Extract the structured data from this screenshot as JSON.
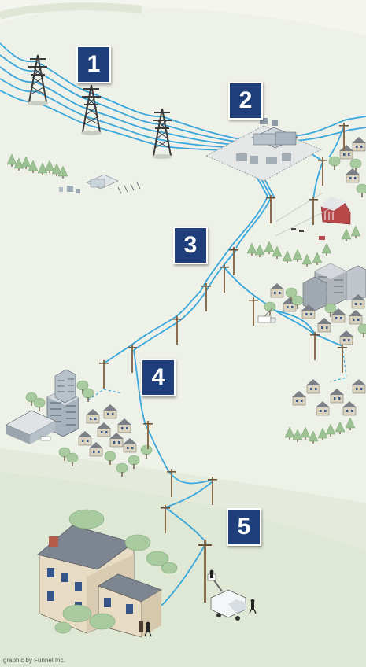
{
  "steps": [
    {
      "label": "1"
    },
    {
      "label": "2"
    },
    {
      "label": "3"
    },
    {
      "label": "4"
    },
    {
      "label": "5"
    }
  ],
  "credit": "graphic by Funnel Inc.",
  "colors": {
    "badge": "#1f3f7a",
    "wire": "#3aa7dc",
    "ground_light": "#eef1e8",
    "ground_green": "#dfe8d4",
    "tree": "#a9cba0",
    "tower": "#3a3a3a",
    "barn": "#b8484a"
  },
  "icons": [
    "transmission-tower-icon",
    "substation-icon",
    "utility-pole-icon",
    "house-icon",
    "office-building-icon",
    "barn-icon",
    "bucket-truck-icon",
    "worker-icon",
    "tree-icon"
  ]
}
